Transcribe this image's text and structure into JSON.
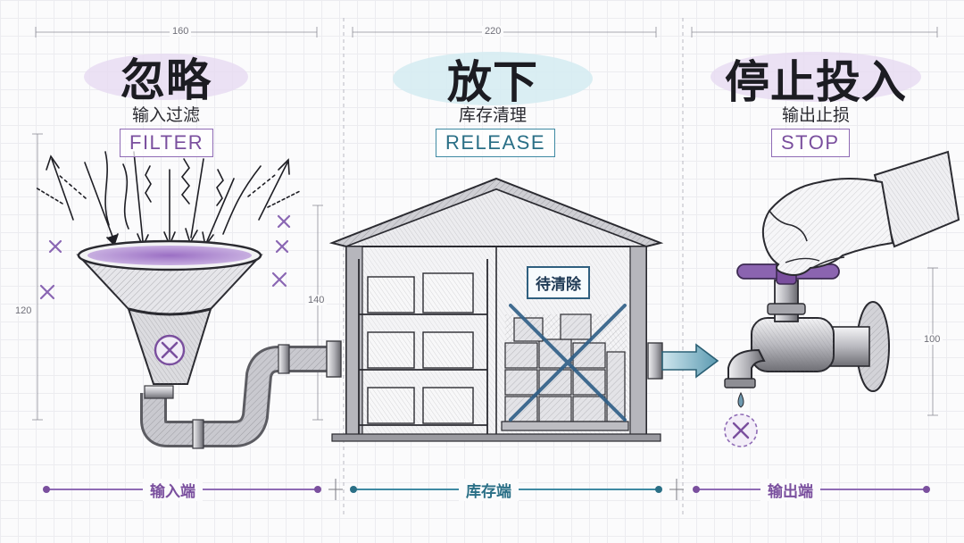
{
  "panels": [
    {
      "title": "忽略",
      "subtitle": "输入过滤",
      "tag": "FILTER",
      "bottom_label": "输入端",
      "dimension": "160",
      "side_dimension": "120"
    },
    {
      "title": "放下",
      "subtitle": "库存清理",
      "tag": "RELEASE",
      "bottom_label": "库存端",
      "dimension": "220",
      "side_dimension": "140",
      "sign": "待清除"
    },
    {
      "title": "停止投入",
      "subtitle": "输出止损",
      "tag": "STOP",
      "bottom_label": "输出端",
      "side_dimension": "100"
    }
  ],
  "colors": {
    "purple": "#7a4f9e",
    "teal": "#2a6f86",
    "ink": "#1e1e24",
    "purple_wash": "#e7dbf1",
    "teal_wash": "#d6ecf2"
  },
  "icons": [
    "funnel-icon",
    "pipe-icon",
    "warehouse-icon",
    "faucet-icon",
    "hand-icon",
    "cross-mark-icon"
  ]
}
